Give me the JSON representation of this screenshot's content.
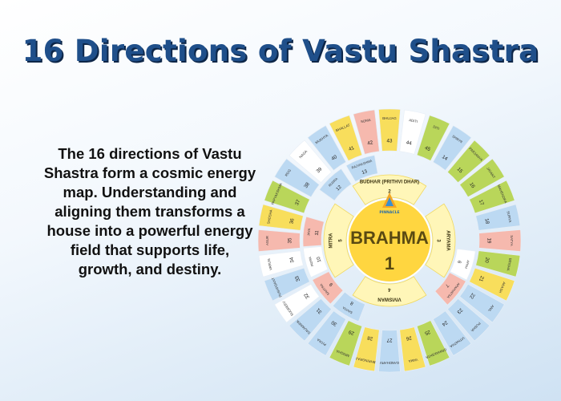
{
  "title": "16 Directions of Vastu Shastra",
  "description": "The 16 directions of Vastu Shastra form a cosmic energy map. Understanding and aligning them transforms a house into a powerful energy field that supports life, growth, and destiny.",
  "colors": {
    "title": "#1f4f8a",
    "center": "#ffd640",
    "inner_ring": "#fff6b8",
    "blue": "#bcd9f2",
    "green": "#b9d65a",
    "pink": "#f6b9ae",
    "yellow": "#f8de5c",
    "white": "#ffffff"
  },
  "wheel": {
    "center": {
      "name": "BRAHMA",
      "number": "1",
      "logo": "PINNACLE"
    },
    "inner": [
      {
        "name": "BUDHAR (PRITHVI DHAR)",
        "num": "2"
      },
      {
        "name": "ARYAMA",
        "num": "3"
      },
      {
        "name": "VIVISWAN",
        "num": "4"
      },
      {
        "name": "MITRA",
        "num": "5"
      }
    ],
    "middle": [
      {
        "name": "APAH",
        "num": "6",
        "color": "white"
      },
      {
        "name": "APAHVATSA",
        "num": "7",
        "color": "pink"
      },
      {
        "name": "SAVITA",
        "num": "8",
        "color": "blue"
      },
      {
        "name": "SAVITRA",
        "num": "9",
        "color": "pink"
      },
      {
        "name": "INDRA",
        "num": "10",
        "color": "white"
      },
      {
        "name": "JAYA",
        "num": "11",
        "color": "pink"
      },
      {
        "name": "RUDRA",
        "num": "12",
        "color": "blue"
      },
      {
        "name": "RAJYAKSHMA",
        "num": "13",
        "color": "blue"
      }
    ],
    "outer": [
      {
        "name": "MUKHYA",
        "num": "40",
        "color": "blue"
      },
      {
        "name": "BHALLAT",
        "num": "41",
        "color": "yellow"
      },
      {
        "name": "SOMA",
        "num": "42",
        "color": "pink"
      },
      {
        "name": "BHUJAG",
        "num": "43",
        "color": "yellow"
      },
      {
        "name": "ADITI",
        "num": "44",
        "color": "white"
      },
      {
        "name": "DITI",
        "num": "45",
        "color": "green"
      },
      {
        "name": "SHIKHI",
        "num": "14",
        "color": "blue"
      },
      {
        "name": "PARJANYA",
        "num": "15",
        "color": "green"
      },
      {
        "name": "JAYANT",
        "num": "16",
        "color": "green"
      },
      {
        "name": "MAHENDRA",
        "num": "17",
        "color": "green"
      },
      {
        "name": "SURYA",
        "num": "18",
        "color": "blue"
      },
      {
        "name": "SATYA",
        "num": "19",
        "color": "pink"
      },
      {
        "name": "BRISHA",
        "num": "20",
        "color": "green"
      },
      {
        "name": "AKASH",
        "num": "21",
        "color": "yellow"
      },
      {
        "name": "ANIL",
        "num": "22",
        "color": "blue"
      },
      {
        "name": "PUSHA",
        "num": "23",
        "color": "blue"
      },
      {
        "name": "VITHATHA",
        "num": "24",
        "color": "blue"
      },
      {
        "name": "GRIHAKSHTA",
        "num": "25",
        "color": "green"
      },
      {
        "name": "YAMA",
        "num": "26",
        "color": "yellow"
      },
      {
        "name": "GANDHARV",
        "num": "27",
        "color": "blue"
      },
      {
        "name": "BHRINGRAJ",
        "num": "28",
        "color": "yellow"
      },
      {
        "name": "MRIGHA",
        "num": "29",
        "color": "green"
      },
      {
        "name": "PITRA",
        "num": "30",
        "color": "blue"
      },
      {
        "name": "DAUWARIK",
        "num": "31",
        "color": "blue"
      },
      {
        "name": "SUGREEV",
        "num": "32",
        "color": "white"
      },
      {
        "name": "PUSHPDANT",
        "num": "33",
        "color": "blue"
      },
      {
        "name": "VARUN",
        "num": "34",
        "color": "white"
      },
      {
        "name": "ASUR",
        "num": "35",
        "color": "pink"
      },
      {
        "name": "SHOSHA",
        "num": "36",
        "color": "yellow"
      },
      {
        "name": "PAPYAKSHMA",
        "num": "37",
        "color": "green"
      },
      {
        "name": "ROG",
        "num": "38",
        "color": "blue"
      },
      {
        "name": "NAGA",
        "num": "39",
        "color": "white"
      }
    ]
  }
}
